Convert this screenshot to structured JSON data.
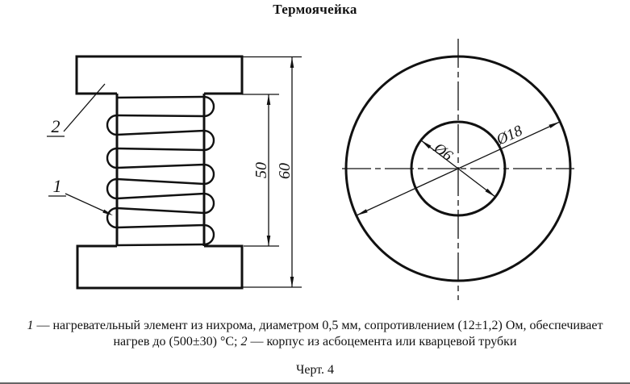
{
  "title": "Термоячейка",
  "left_view": {
    "part_label_1": "1",
    "part_label_2": "2",
    "dim_coil_height": "50",
    "dim_total_height": "60"
  },
  "right_view": {
    "dim_inner_diameter": "Ø6",
    "dim_outer_diameter": "Ø18"
  },
  "caption": {
    "item1_label": "1",
    "item1_text": " — нагревательный элемент из нихрома, диаметром 0,5 мм, сопротивлением (12±1,2) Ом, обеспечивает",
    "line2_start": "нагрев до (500±30) °С; ",
    "item2_label": "2",
    "item2_text": " — корпус из асбоцемента или кварцевой трубки"
  },
  "figure_label": "Черт. 4"
}
